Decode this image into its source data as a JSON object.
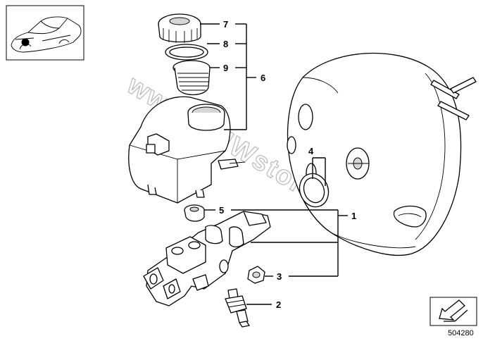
{
  "diagram": {
    "callouts": [
      "7",
      "8",
      "9",
      "6",
      "4",
      "5",
      "1",
      "3",
      "2"
    ],
    "watermark": "www.BMWstore.pl",
    "document_number": "504280"
  },
  "icons": {
    "vehicle_thumbnail": "car-location-thumbnail",
    "orientation": "arrow-direction-icon"
  }
}
